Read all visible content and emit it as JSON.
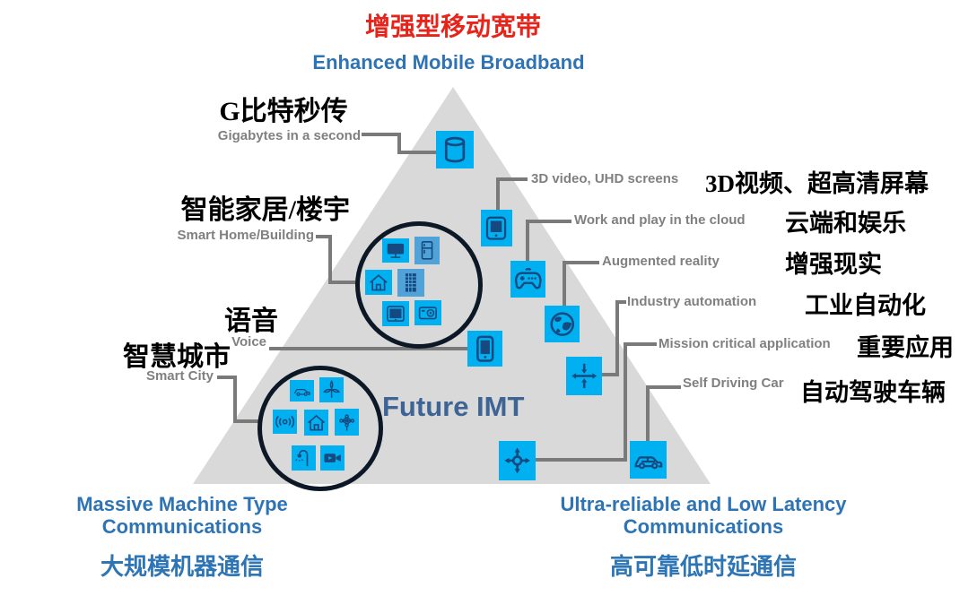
{
  "title": {
    "zh": "增强型移动宽带",
    "en": "Enhanced Mobile Broadband"
  },
  "center_label": "Future IMT",
  "left_labels": {
    "gigabytes": {
      "zh": "G比特秒传",
      "en": "Gigabytes in a second"
    },
    "smart_home": {
      "zh": "智能家居/楼宇",
      "en": "Smart Home/Building"
    },
    "voice": {
      "zh": "语音",
      "en": "Voice"
    },
    "smart_city": {
      "zh": "智慧城市",
      "en": "Smart City"
    }
  },
  "right_labels": {
    "video_3d": {
      "en": "3D video, UHD  screens",
      "zh": "3D视频、超高清屏幕"
    },
    "cloud": {
      "en": "Work and play in the cloud",
      "zh": "云端和娱乐"
    },
    "ar": {
      "en": "Augmented reality",
      "zh": "增强现实"
    },
    "industry": {
      "en": "Industry automation",
      "zh": "工业自动化"
    },
    "mission": {
      "en": "Mission critical  application",
      "zh": "重要应用"
    },
    "self_driving": {
      "en": "Self Driving Car",
      "zh": "自动驾驶车辆"
    }
  },
  "corners": {
    "mmtc": {
      "en1": "Massive Machine Type",
      "en2": "Communications",
      "zh": "大规模机器通信"
    },
    "urllc": {
      "en1": "Ultra-reliable  and Low Latency",
      "en2": "Communications",
      "zh": "高可靠低时延通信"
    }
  },
  "colors": {
    "title_red": "#e8231a",
    "heading_blue": "#2e74b5",
    "future_imt_blue": "#3e6495",
    "triangle_gray": "#d9d9d9",
    "icon_bg_cyan": "#00b0f0",
    "icon_bg_muted": "#4fa3d9",
    "icon_glyph_navy": "#15497f",
    "connector_gray": "#7a7a7a",
    "label_gray": "#808080"
  },
  "icons": {
    "database-icon": "data cylinder (gigabit speed)",
    "monitor-icon": "UHD screen",
    "game-controller-icon": "cloud gaming",
    "globe-icon": "augmented reality globe",
    "smartphone-icon": "voice phone",
    "compress-arrows-icon": "industry automation arrows",
    "hub-arrows-icon": "mission critical hub",
    "car-icon": "car",
    "tv-icon": "smart TV",
    "fridge-icon": "refrigerator",
    "house-icon": "smart home",
    "building-icon": "smart building",
    "tablet-icon": "display tablet",
    "camera-icon": "appliance camera",
    "wind-turbine-icon": "wind turbine",
    "signal-icon": "wireless sensor",
    "sensor-mesh-icon": "sensor network",
    "street-lamp-icon": "street lamp",
    "video-camera-icon": "surveillance camera"
  }
}
